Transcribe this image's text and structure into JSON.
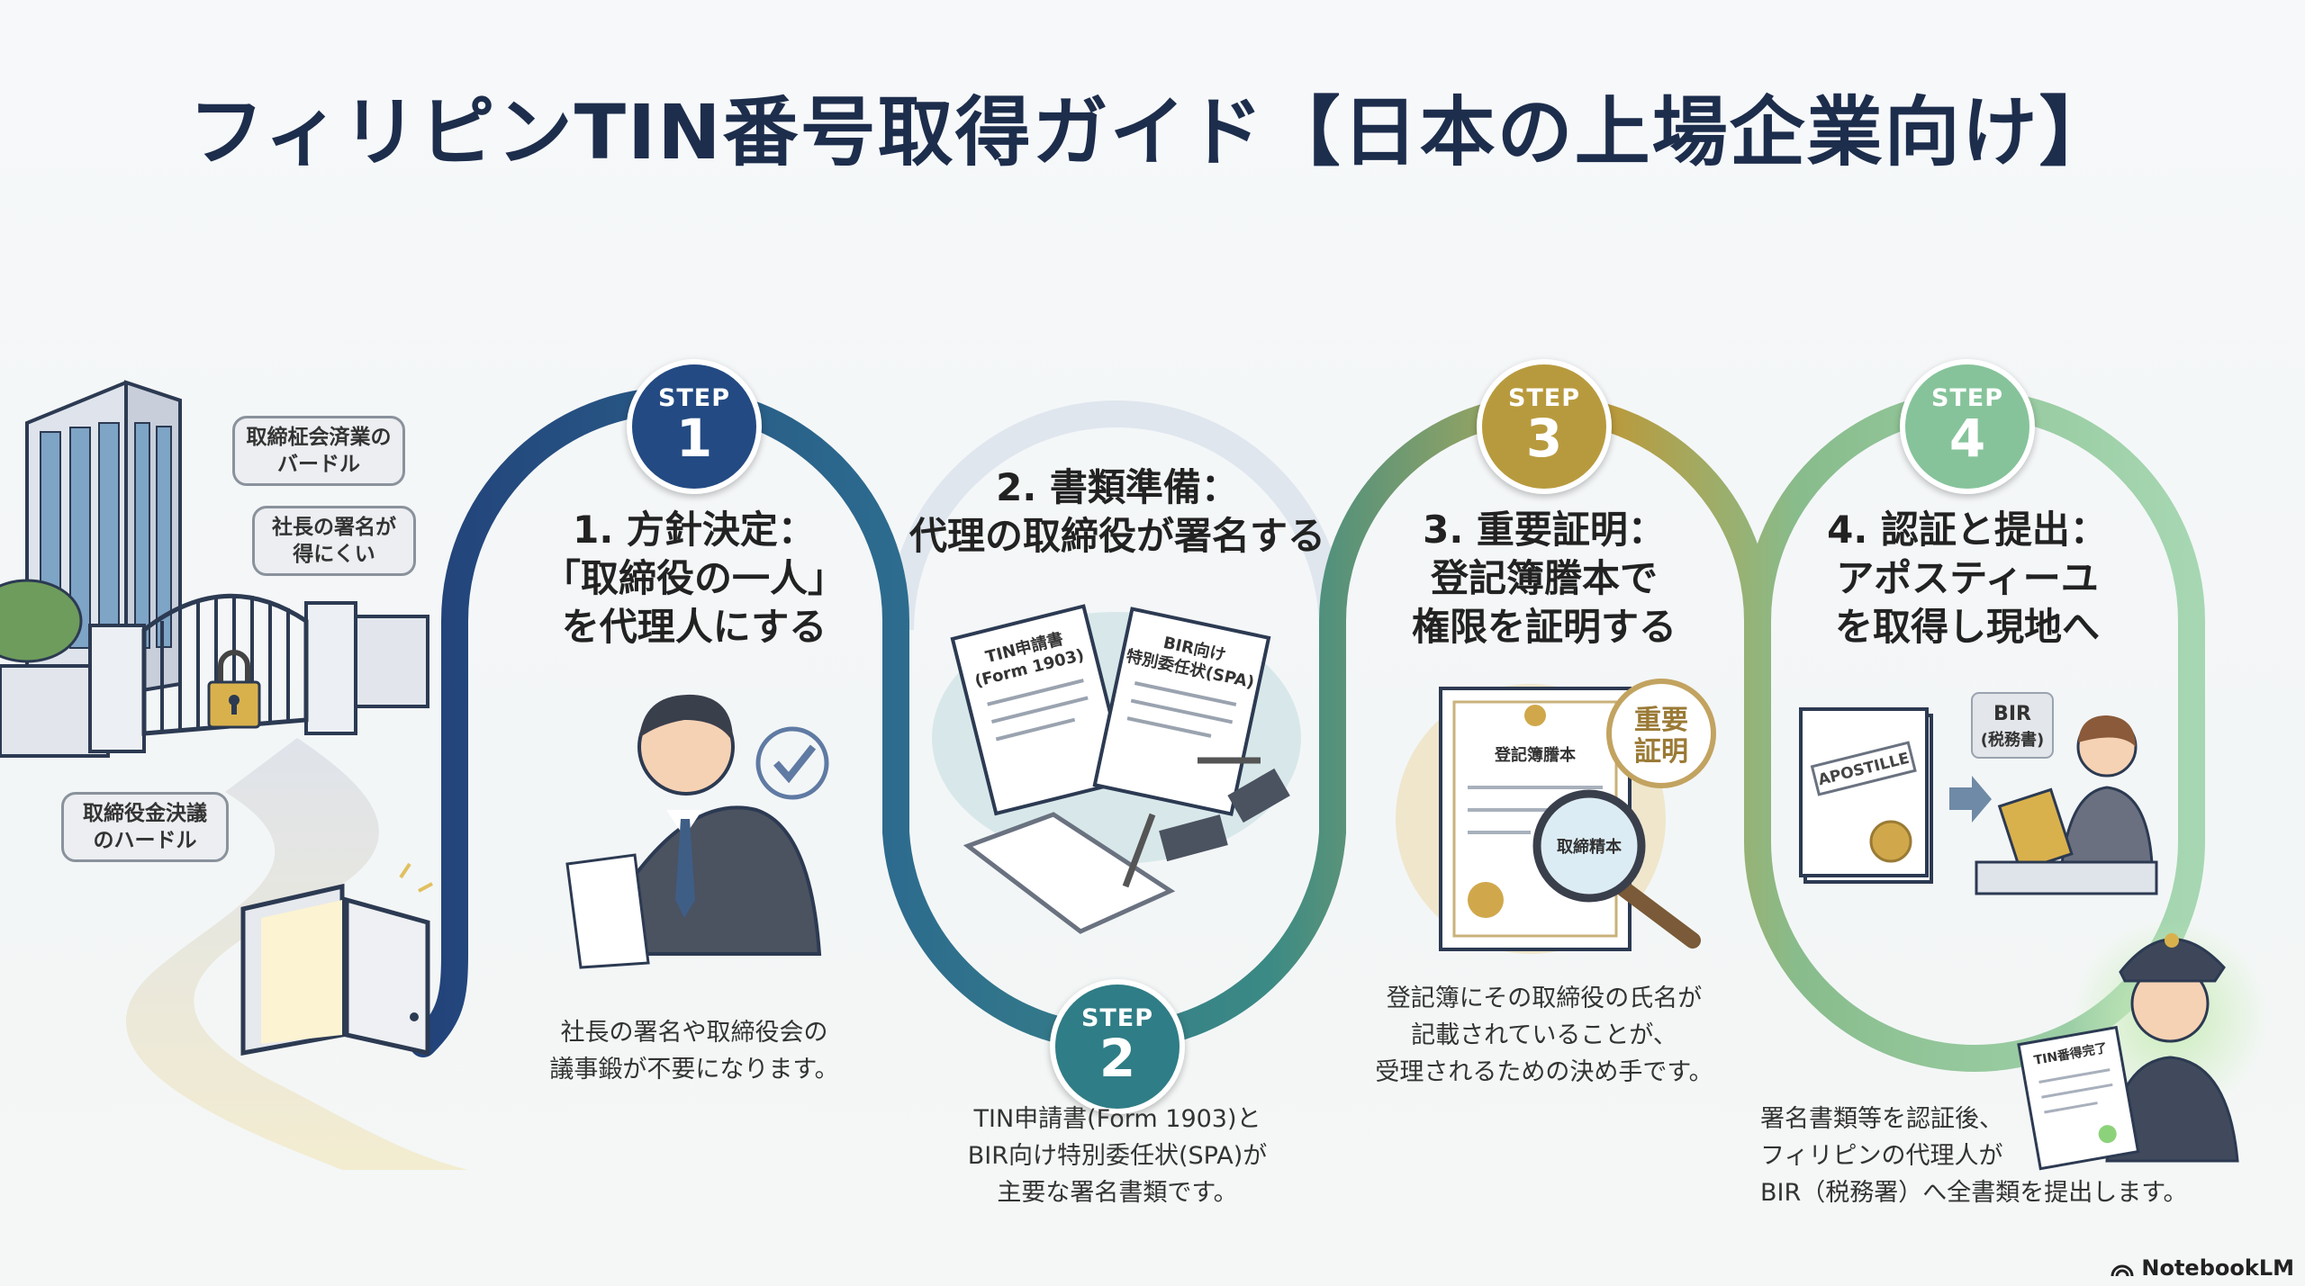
{
  "title": "フィリピンTIN番号取得ガイド【日本の上場企業向け】",
  "intro": {
    "bubbles": [
      {
        "lines": [
          "取締柾会済業の",
          "バードル"
        ]
      },
      {
        "lines": [
          "社長の署名が",
          "得にくい"
        ]
      },
      {
        "lines": [
          "取締役金決議",
          "のハードル"
        ]
      }
    ]
  },
  "steps": [
    {
      "badge_word": "STEP",
      "number": "1",
      "title_lines": [
        "1. 方針決定：",
        "「取締役の一人」",
        "を代理人にする"
      ],
      "desc_lines": [
        "社長の署名や取締役会の",
        "議事鍛が不要になります。"
      ]
    },
    {
      "badge_word": "STEP",
      "number": "2",
      "title_lines": [
        "2. 書類準備：",
        "代理の取締役が署名する"
      ],
      "doc_labels": [
        "TIN申請書",
        "(Form 1903)",
        "BIR向け",
        "特別委任状(SPA)"
      ],
      "desc_lines": [
        "TIN申請書(Form 1903)と",
        "BIR向け特別委任状(SPA)が",
        "主要な署名書類です。"
      ]
    },
    {
      "badge_word": "STEP",
      "number": "3",
      "title_lines": [
        "3. 重要証明：",
        "登記簿謄本で",
        "権限を証明する"
      ],
      "doc_labels": [
        "登記簿謄本",
        "取締精本",
        "重要",
        "証明"
      ],
      "desc_lines": [
        "登記簿にその取締役の氏名が",
        "記載されていることが、",
        "受理されるための決め手です。"
      ]
    },
    {
      "badge_word": "STEP",
      "number": "4",
      "title_lines": [
        "4. 認証と提出：",
        "アポスティーユ",
        "を取得し現地へ"
      ],
      "doc_labels": [
        "APOSTILLE",
        "BIR",
        "(税務書)",
        "TIN番得完了"
      ],
      "desc_lines": [
        "署名書類等を認証後、",
        "フィリピンの代理人が",
        "BIR（税務署）へ全書類を提出します。"
      ]
    }
  ],
  "footer": {
    "brand": "NotebookLM"
  },
  "colors": {
    "step1": "#234a82",
    "step2": "#2f7d86",
    "step3": "#b89a3e",
    "step4": "#8cc8a0",
    "title": "#1d2d4c"
  }
}
